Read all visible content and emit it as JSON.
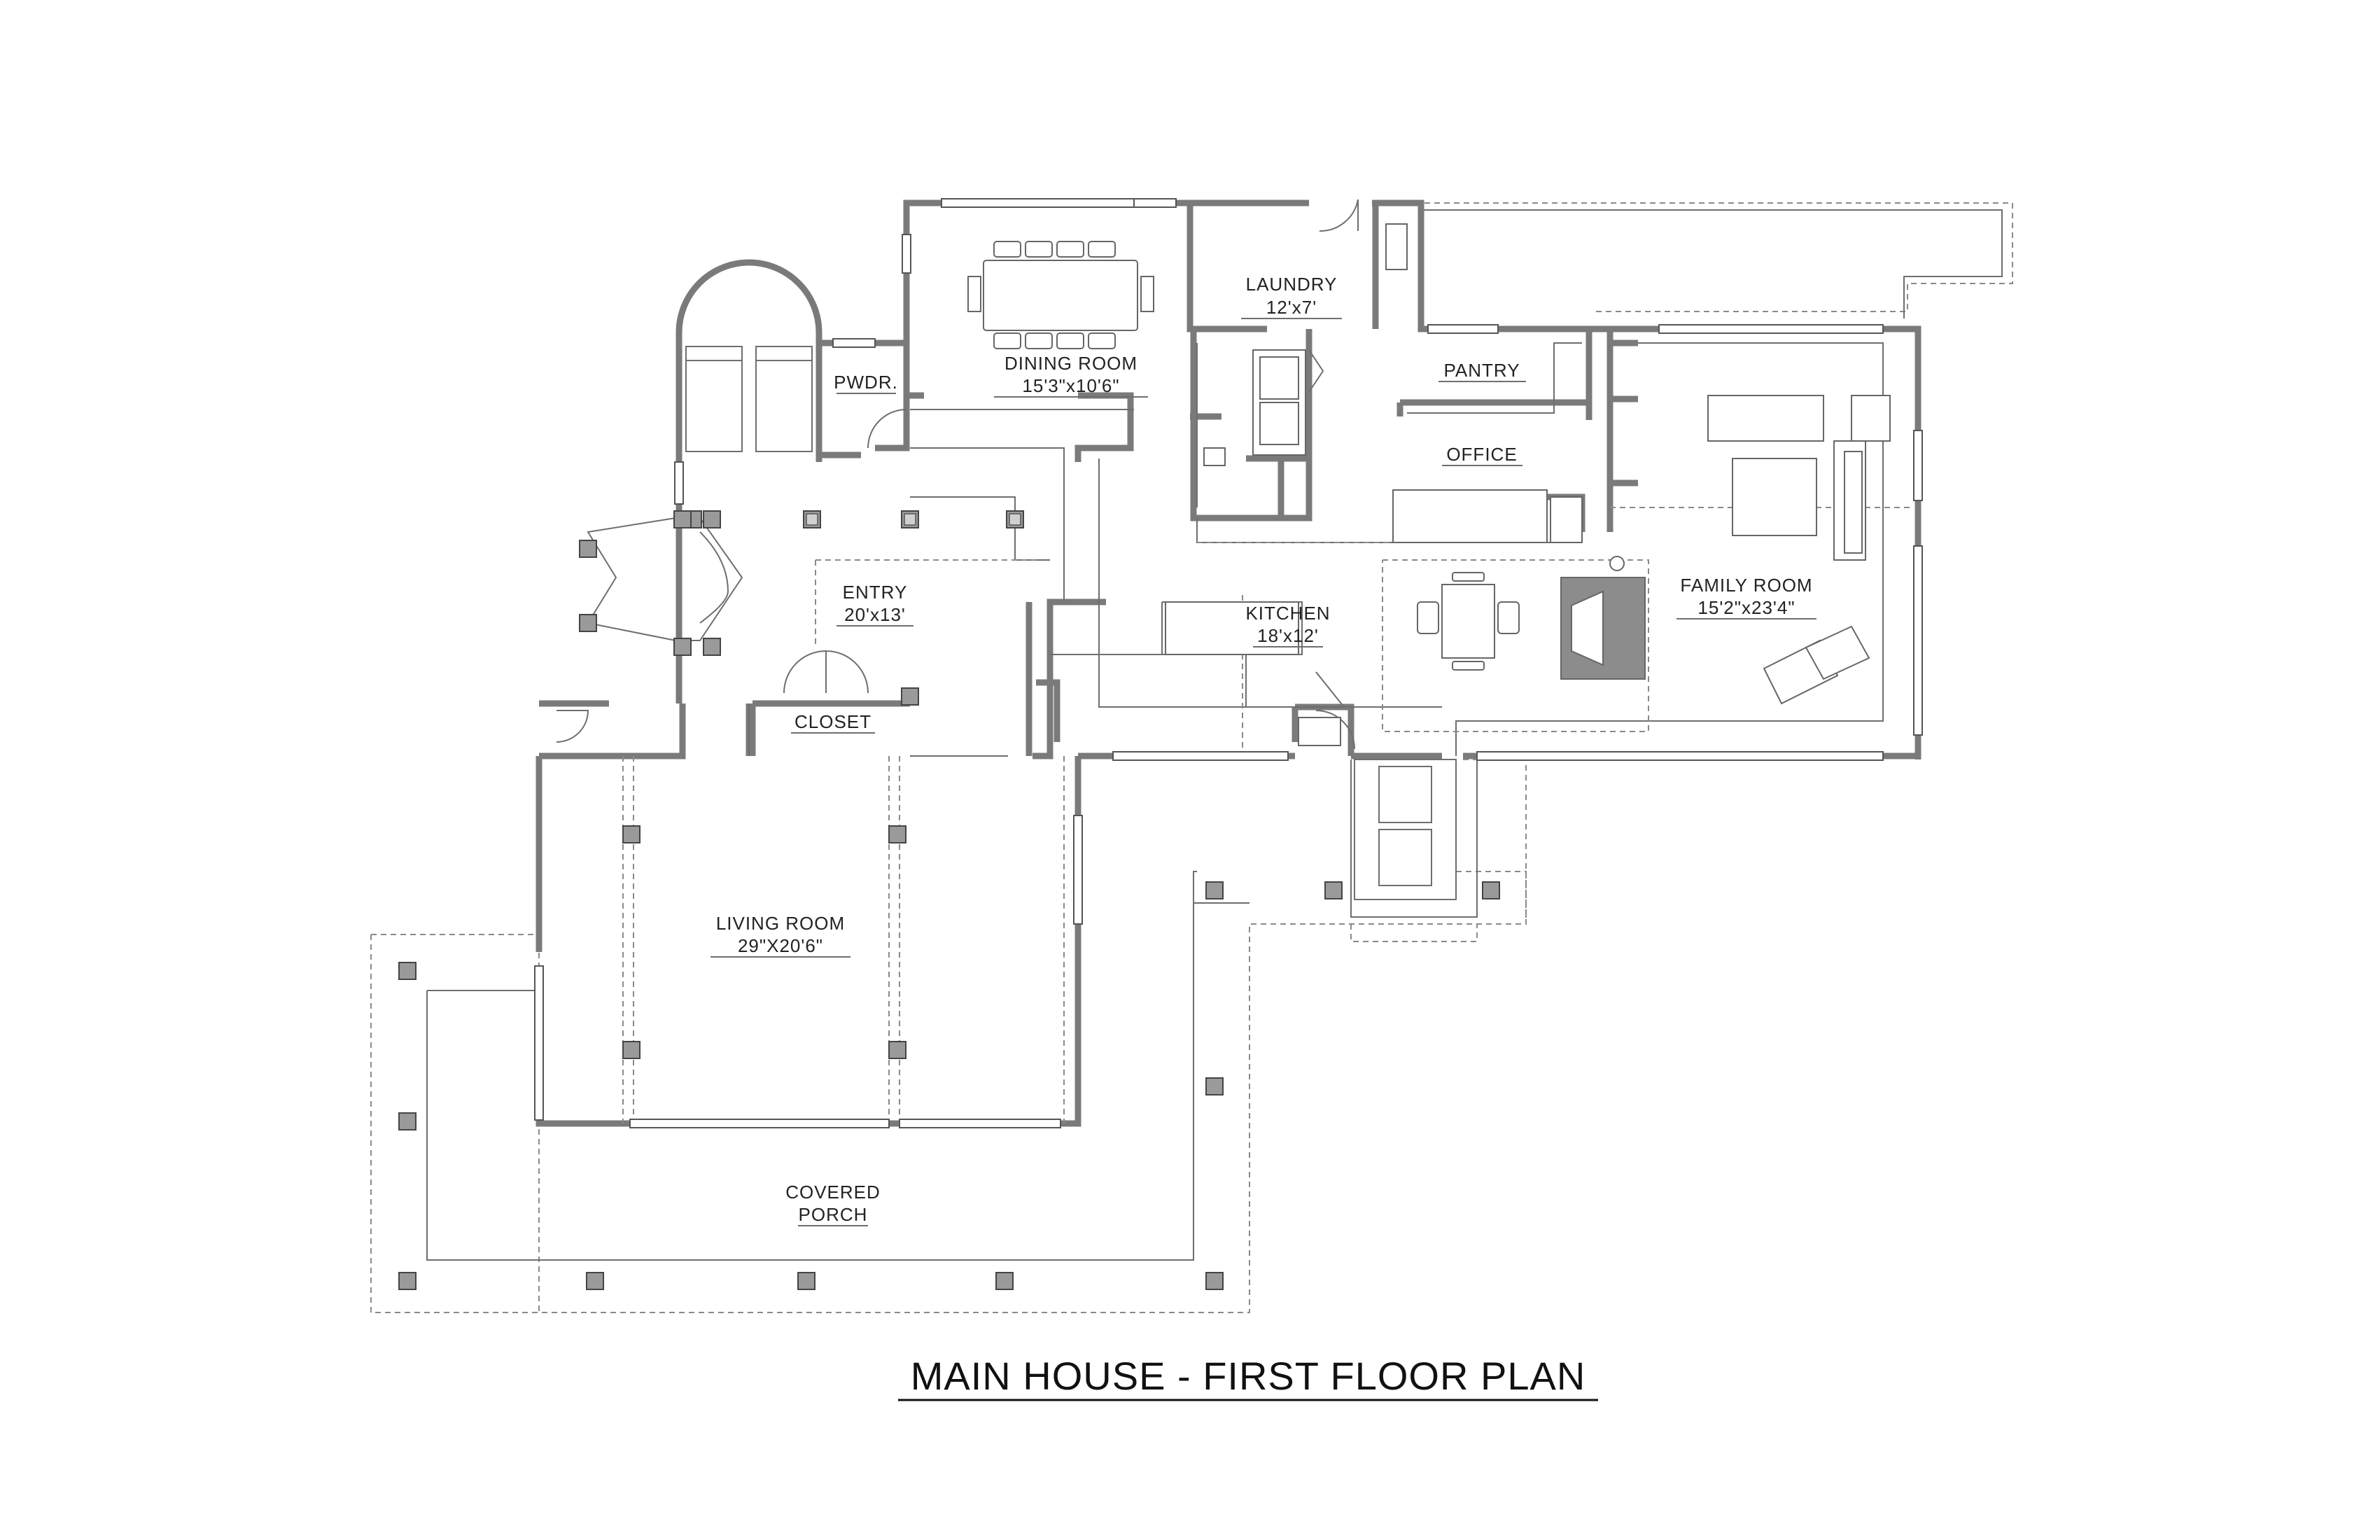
{
  "plan_title": "MAIN HOUSE - FIRST FLOOR PLAN",
  "rooms": {
    "laundry": {
      "name": "LAUNDRY",
      "size": "12'x7'"
    },
    "dining": {
      "name": "DINING ROOM",
      "size": "15'3\"x10'6\""
    },
    "pwdr": {
      "name": "PWDR."
    },
    "pantry": {
      "name": "PANTRY"
    },
    "office": {
      "name": "OFFICE"
    },
    "entry": {
      "name": "ENTRY",
      "size": "20'x13'"
    },
    "kitchen": {
      "name": "KITCHEN",
      "size": "18'x12'"
    },
    "family": {
      "name": "FAMILY ROOM",
      "size": "15'2\"x23'4\""
    },
    "closet": {
      "name": "CLOSET"
    },
    "living": {
      "name": "LIVING ROOM",
      "size": "29\"X20'6\""
    },
    "porch": {
      "line1": "COVERED",
      "line2": "PORCH"
    }
  },
  "colors": {
    "wall": "#7a7a7a",
    "ink": "#222222",
    "accent_gray": "#8c8c8c"
  }
}
